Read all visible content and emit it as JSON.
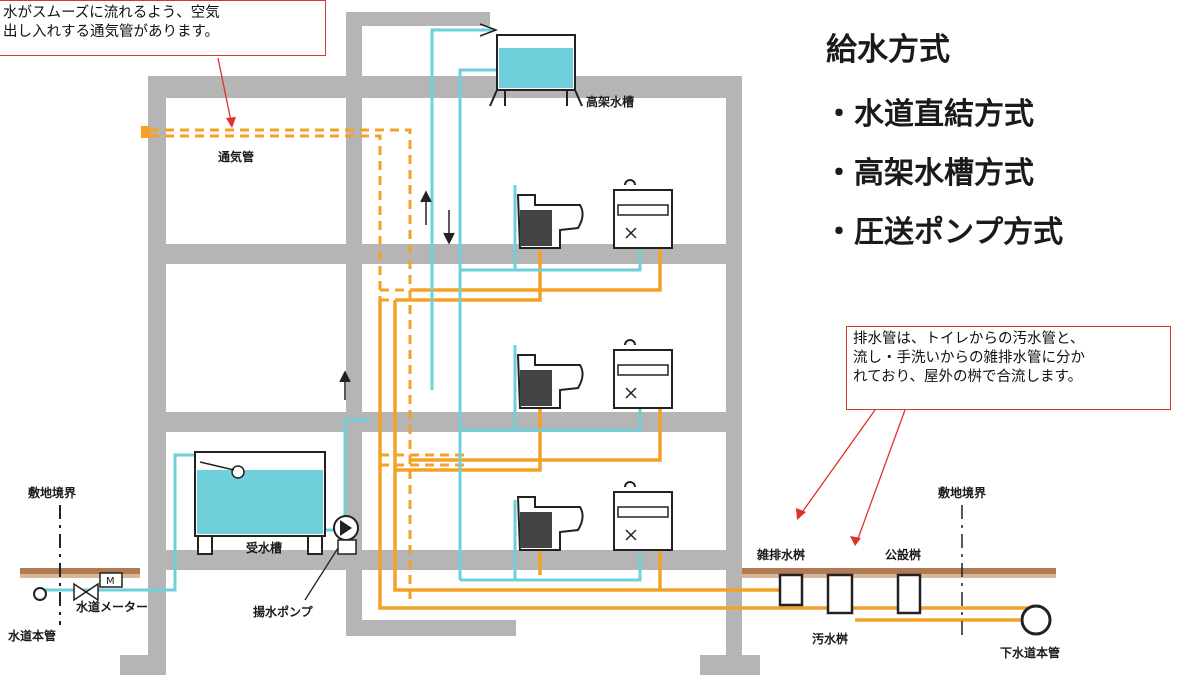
{
  "callouts": {
    "vent": [
      "水がスムーズに流れるよう、空気",
      "出し入れする通気管があります。"
    ],
    "drain": [
      "排水管は、トイレからの汚水管と、",
      "流し・手洗いからの雑排水管に分か",
      "れており、屋外の桝で合流します。"
    ]
  },
  "methods": {
    "title": "給水方式",
    "items": [
      "・水道直結方式",
      "・高架水槽方式",
      "・圧送ポンプ方式"
    ]
  },
  "labels": {
    "vent_pipe": "通気管",
    "elevated_tank": "高架水槽",
    "receiving_tank": "受水槽",
    "lift_pump": "揚水ポンプ",
    "water_meter": "水道メーター",
    "water_main": "水道本管",
    "site_boundary_left": "敷地境界",
    "site_boundary_right": "敷地境界",
    "gray_water_basin": "雑排水桝",
    "public_basin": "公設桝",
    "sewage_basin": "汚水桝",
    "sewer_main": "下水道本管",
    "meter_mark": "M"
  },
  "colors": {
    "supply_pipe": "#6fcfdb",
    "drain_pipe": "#f4a227",
    "structure": "#b5b5b5",
    "callout_border": "#d03a2f"
  }
}
